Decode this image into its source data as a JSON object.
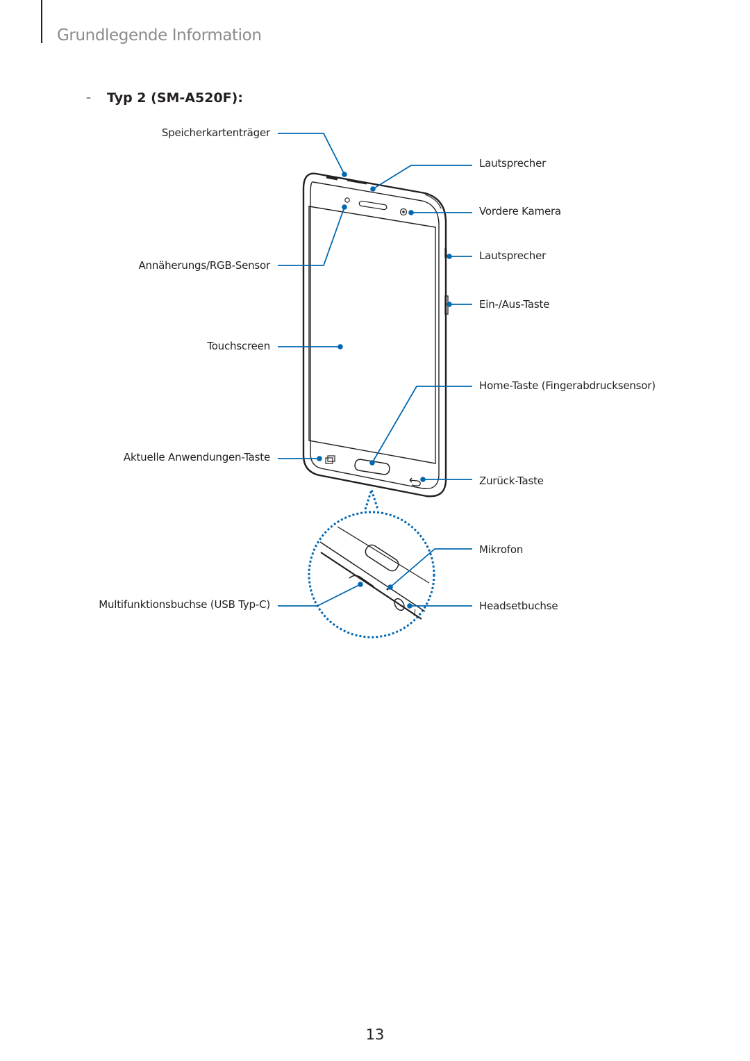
{
  "header": {
    "title": "Grundlegende Information"
  },
  "section": {
    "dash": "–",
    "title": "Typ 2 (SM-A520F):"
  },
  "labels": {
    "sd_tray": "Speicherkartenträger",
    "proximity_sensor": "Annäherungs/RGB-Sensor",
    "touchscreen": "Touchscreen",
    "recent_apps": "Aktuelle Anwendungen-Taste",
    "usb_port": "Multifunktionsbuchse (USB Typ-C)",
    "speaker_top": "Lautsprecher",
    "front_camera": "Vordere Kamera",
    "speaker_side": "Lautsprecher",
    "power_key": "Ein-/Aus-Taste",
    "home_key": "Home-Taste (Fingerabdrucksensor)",
    "back_key": "Zurück-Taste",
    "microphone": "Mikrofon",
    "headset_jack": "Headsetbuchse"
  },
  "colors": {
    "callout": "#0067b1",
    "outline": "#231f20",
    "header_text": "#8c8c8c"
  },
  "footer": {
    "page_number": "13"
  }
}
